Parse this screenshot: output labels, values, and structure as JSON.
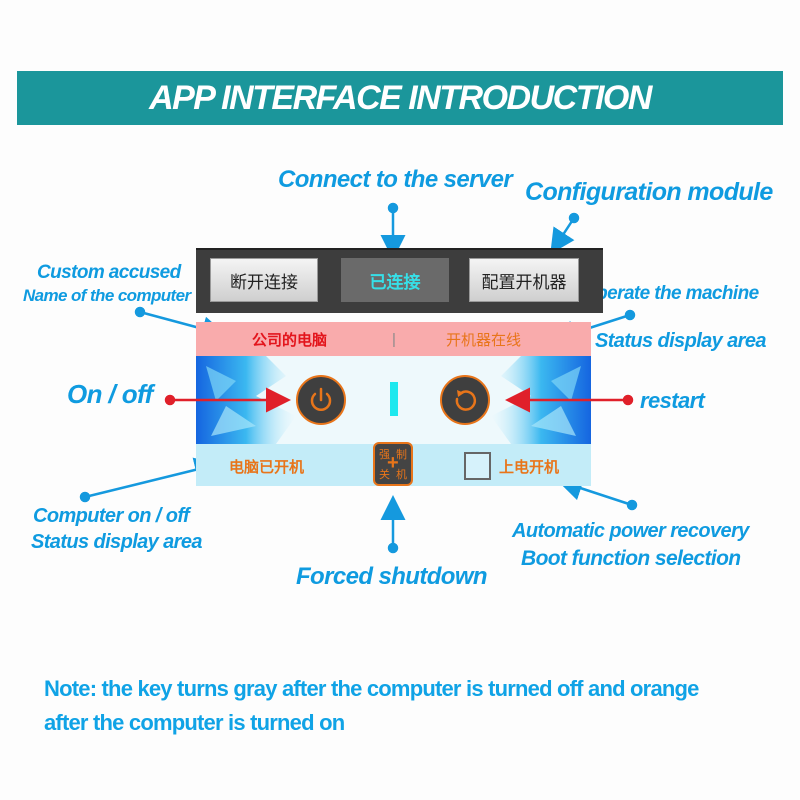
{
  "header": {
    "title": "APP INTERFACE INTRODUCTION"
  },
  "annotations": {
    "connect_server": "Connect to the server",
    "config_module": "Configuration module",
    "custom_name_line1": "Custom accused",
    "custom_name_line2": "Name of the computer",
    "operate_machine_line1": "Operate the machine",
    "operate_machine_line2": "Status display area",
    "on_off": "On / off",
    "restart": "restart",
    "computer_status_line1": "Computer on / off",
    "computer_status_line2": "Status display area",
    "forced_shutdown": "Forced shutdown",
    "auto_power_line1": "Automatic power recovery",
    "auto_power_line2": "Boot function selection"
  },
  "app": {
    "toolbar": {
      "disconnect_label": "断开连接",
      "connected_label": "已连接",
      "configure_label": "配置开机器"
    },
    "status_bar": {
      "computer_name": "公司的电脑",
      "separator": "|",
      "machine_status": "开机器在线"
    },
    "controls": {
      "power_icon": "power-icon",
      "restart_icon": "restart-icon"
    },
    "bottom_bar": {
      "computer_state": "电脑已开机",
      "force_shutdown_chars": [
        "强",
        "制",
        "关",
        "机"
      ],
      "auto_power_on_label": "上电开机",
      "auto_power_on_checked": false
    }
  },
  "note": {
    "line1": "Note: the key turns gray after the computer is turned off and  orange",
    "line2": "after the computer is turned on"
  },
  "colors": {
    "banner": "#1b969b",
    "annotation": "#0f9be0",
    "accent_orange": "#e8751a",
    "arrow_red": "#e0202a",
    "connected_cyan": "#36e0e8"
  }
}
